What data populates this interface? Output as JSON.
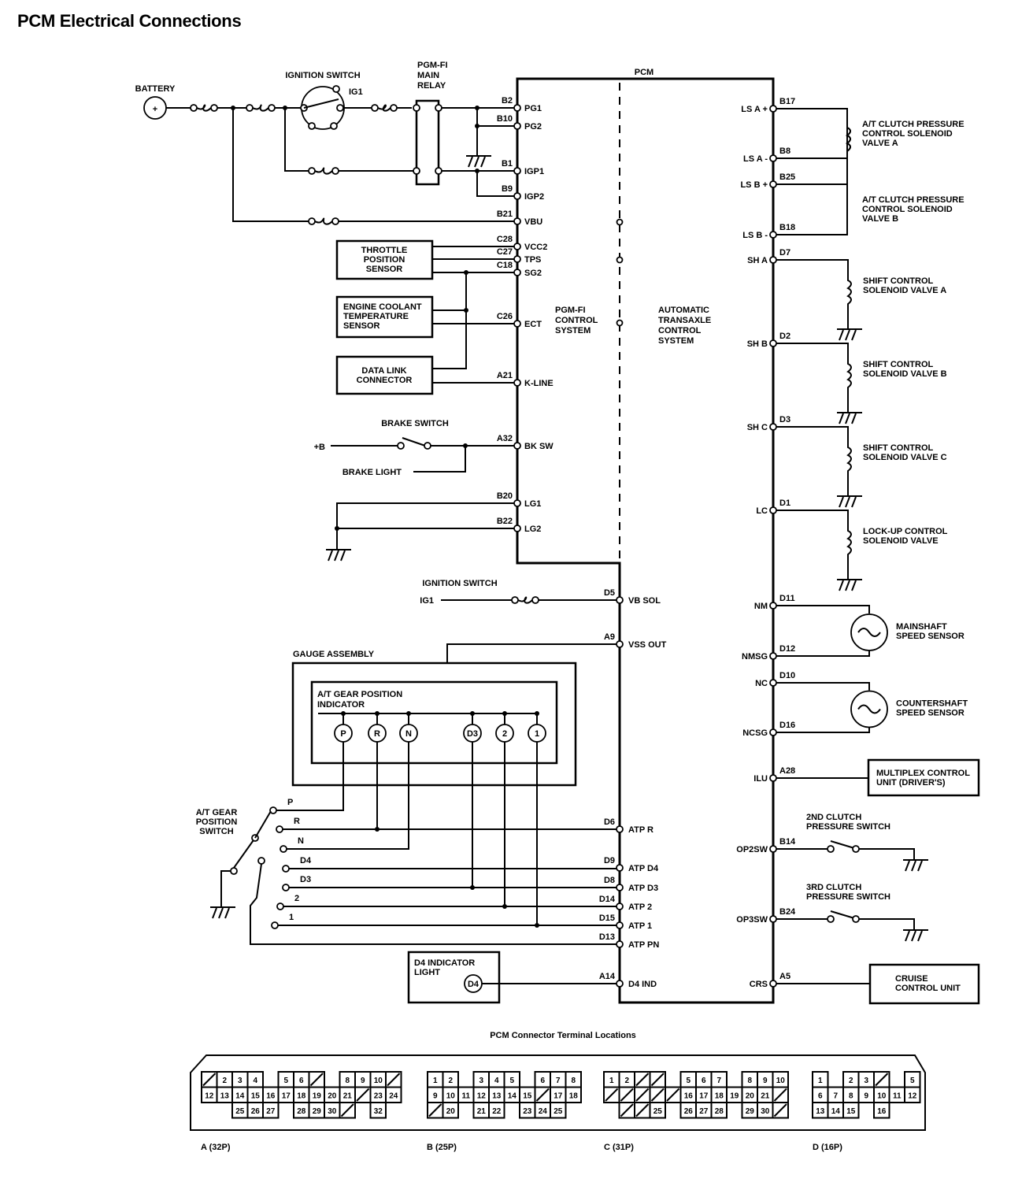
{
  "title": "PCM Electrical Connections",
  "pcm": {
    "label": "PCM",
    "left_system": [
      "PGM-FI",
      "CONTROL",
      "SYSTEM"
    ],
    "right_system": [
      "AUTOMATIC",
      "TRANSAXLE",
      "CONTROL",
      "SYSTEM"
    ]
  },
  "power": {
    "battery": "BATTERY",
    "ignition_switch": "IGNITION SWITCH",
    "ig1": "IG1",
    "main_relay": [
      "PGM-FI",
      "MAIN",
      "RELAY"
    ]
  },
  "left_pins": [
    {
      "pin": "B2",
      "name": "PG1"
    },
    {
      "pin": "B10",
      "name": "PG2"
    },
    {
      "pin": "B1",
      "name": "IGP1"
    },
    {
      "pin": "B9",
      "name": "IGP2"
    },
    {
      "pin": "B21",
      "name": "VBU"
    },
    {
      "pin": "C28",
      "name": "VCC2"
    },
    {
      "pin": "C27",
      "name": "TPS"
    },
    {
      "pin": "C18",
      "name": "SG2"
    },
    {
      "pin": "C26",
      "name": "ECT"
    },
    {
      "pin": "A21",
      "name": "K-LINE"
    },
    {
      "pin": "A32",
      "name": "BK SW"
    },
    {
      "pin": "B20",
      "name": "LG1"
    },
    {
      "pin": "B22",
      "name": "LG2"
    }
  ],
  "mid_pins": [
    {
      "pin": "D5",
      "name": "VB SOL"
    },
    {
      "pin": "A9",
      "name": "VSS OUT"
    },
    {
      "pin": "D6",
      "name": "ATP R"
    },
    {
      "pin": "D9",
      "name": "ATP D4"
    },
    {
      "pin": "D8",
      "name": "ATP D3"
    },
    {
      "pin": "D14",
      "name": "ATP 2"
    },
    {
      "pin": "D15",
      "name": "ATP 1"
    },
    {
      "pin": "D13",
      "name": "ATP PN"
    },
    {
      "pin": "A14",
      "name": "D4 IND"
    }
  ],
  "right_pins": [
    {
      "pin": "B17",
      "name": "LS A +"
    },
    {
      "pin": "B8",
      "name": "LS A -"
    },
    {
      "pin": "B25",
      "name": "LS B +"
    },
    {
      "pin": "B18",
      "name": "LS B -"
    },
    {
      "pin": "D7",
      "name": "SH A"
    },
    {
      "pin": "D2",
      "name": "SH B"
    },
    {
      "pin": "D3",
      "name": "SH C"
    },
    {
      "pin": "D1",
      "name": "LC"
    },
    {
      "pin": "D11",
      "name": "NM"
    },
    {
      "pin": "D12",
      "name": "NMSG"
    },
    {
      "pin": "D10",
      "name": "NC"
    },
    {
      "pin": "D16",
      "name": "NCSG"
    },
    {
      "pin": "A28",
      "name": "ILU"
    },
    {
      "pin": "B14",
      "name": "OP2SW"
    },
    {
      "pin": "B24",
      "name": "OP3SW"
    },
    {
      "pin": "A5",
      "name": "CRS"
    }
  ],
  "components": {
    "tps": [
      "THROTTLE",
      "POSITION",
      "SENSOR"
    ],
    "ect": [
      "ENGINE COOLANT",
      "TEMPERATURE",
      "SENSOR"
    ],
    "dlc": [
      "DATA LINK",
      "CONNECTOR"
    ],
    "brake_switch": "BRAKE SWITCH",
    "plus_b": "+B",
    "brake_light": "BRAKE LIGHT",
    "ign_switch2": "IGNITION SWITCH",
    "ig1_2": "IG1",
    "gauge_assembly": "GAUGE ASSEMBLY",
    "gear_indicator": [
      "A/T GEAR POSITION",
      "INDICATOR"
    ],
    "indicator_lamps": [
      "P",
      "R",
      "N",
      "D3",
      "2",
      "1"
    ],
    "gear_switch": [
      "A/T GEAR",
      "POSITION",
      "SWITCH"
    ],
    "gear_switch_positions": [
      "P",
      "R",
      "N",
      "D4",
      "D3",
      "2",
      "1"
    ],
    "d4_light": [
      "D4 INDICATOR",
      "LIGHT"
    ],
    "d4_lamp": "D4",
    "lsa": [
      "A/T CLUTCH PRESSURE",
      "CONTROL SOLENOID",
      "VALVE A"
    ],
    "lsb": [
      "A/T CLUTCH PRESSURE",
      "CONTROL SOLENOID",
      "VALVE B"
    ],
    "sha": [
      "SHIFT CONTROL",
      "SOLENOID VALVE A"
    ],
    "shb": [
      "SHIFT CONTROL",
      "SOLENOID VALVE B"
    ],
    "shc": [
      "SHIFT CONTROL",
      "SOLENOID VALVE C"
    ],
    "lc": [
      "LOCK-UP CONTROL",
      "SOLENOID VALVE"
    ],
    "mainshaft": [
      "MAINSHAFT",
      "SPEED SENSOR"
    ],
    "countershaft": [
      "COUNTERSHAFT",
      "SPEED SENSOR"
    ],
    "multiplex": [
      "MULTIPLEX CONTROL",
      "UNIT (DRIVER'S)"
    ],
    "op2": [
      "2ND CLUTCH",
      "PRESSURE SWITCH"
    ],
    "op3": [
      "3RD CLUTCH",
      "PRESSURE SWITCH"
    ],
    "cruise": [
      "CRUISE",
      "CONTROL UNIT"
    ]
  },
  "connectors": {
    "title": "PCM Connector Terminal Locations",
    "labels": [
      "A (32P)",
      "B (25P)",
      "C (31P)",
      "D (16P)"
    ],
    "A": [
      [
        "/",
        "2",
        "3",
        "4",
        "",
        "5",
        "6",
        "/",
        "",
        "8",
        "9",
        "10",
        "/"
      ],
      [
        "12",
        "13",
        "14",
        "15",
        "16",
        "17",
        "18",
        "19",
        "20",
        "21",
        "/",
        "23",
        "24"
      ],
      [
        "",
        "",
        "25",
        "26",
        "27",
        "",
        "28",
        "29",
        "30",
        "/",
        "",
        "32",
        ""
      ]
    ],
    "B": [
      [
        "1",
        "2",
        "",
        "3",
        "4",
        "5",
        "",
        "6",
        "7",
        "8"
      ],
      [
        "9",
        "10",
        "11",
        "12",
        "13",
        "14",
        "15",
        "/",
        "17",
        "18"
      ],
      [
        "/",
        "20",
        "",
        "21",
        "22",
        "",
        "23",
        "24",
        "25",
        ""
      ]
    ],
    "C": [
      [
        "1",
        "2",
        "/",
        "/",
        "",
        "5",
        "6",
        "7",
        "",
        "8",
        "9",
        "10"
      ],
      [
        "/",
        "/",
        "/",
        "/",
        "/",
        "16",
        "17",
        "18",
        "19",
        "20",
        "21",
        "/"
      ],
      [
        "",
        "/",
        "/",
        "25",
        "",
        "26",
        "27",
        "28",
        "",
        "29",
        "30",
        "/"
      ]
    ],
    "D": [
      [
        "1",
        "",
        "2",
        "3",
        "/",
        "",
        "5"
      ],
      [
        "6",
        "7",
        "8",
        "9",
        "10",
        "11",
        "12"
      ],
      [
        "13",
        "14",
        "15",
        "",
        "16",
        "",
        ""
      ]
    ]
  }
}
